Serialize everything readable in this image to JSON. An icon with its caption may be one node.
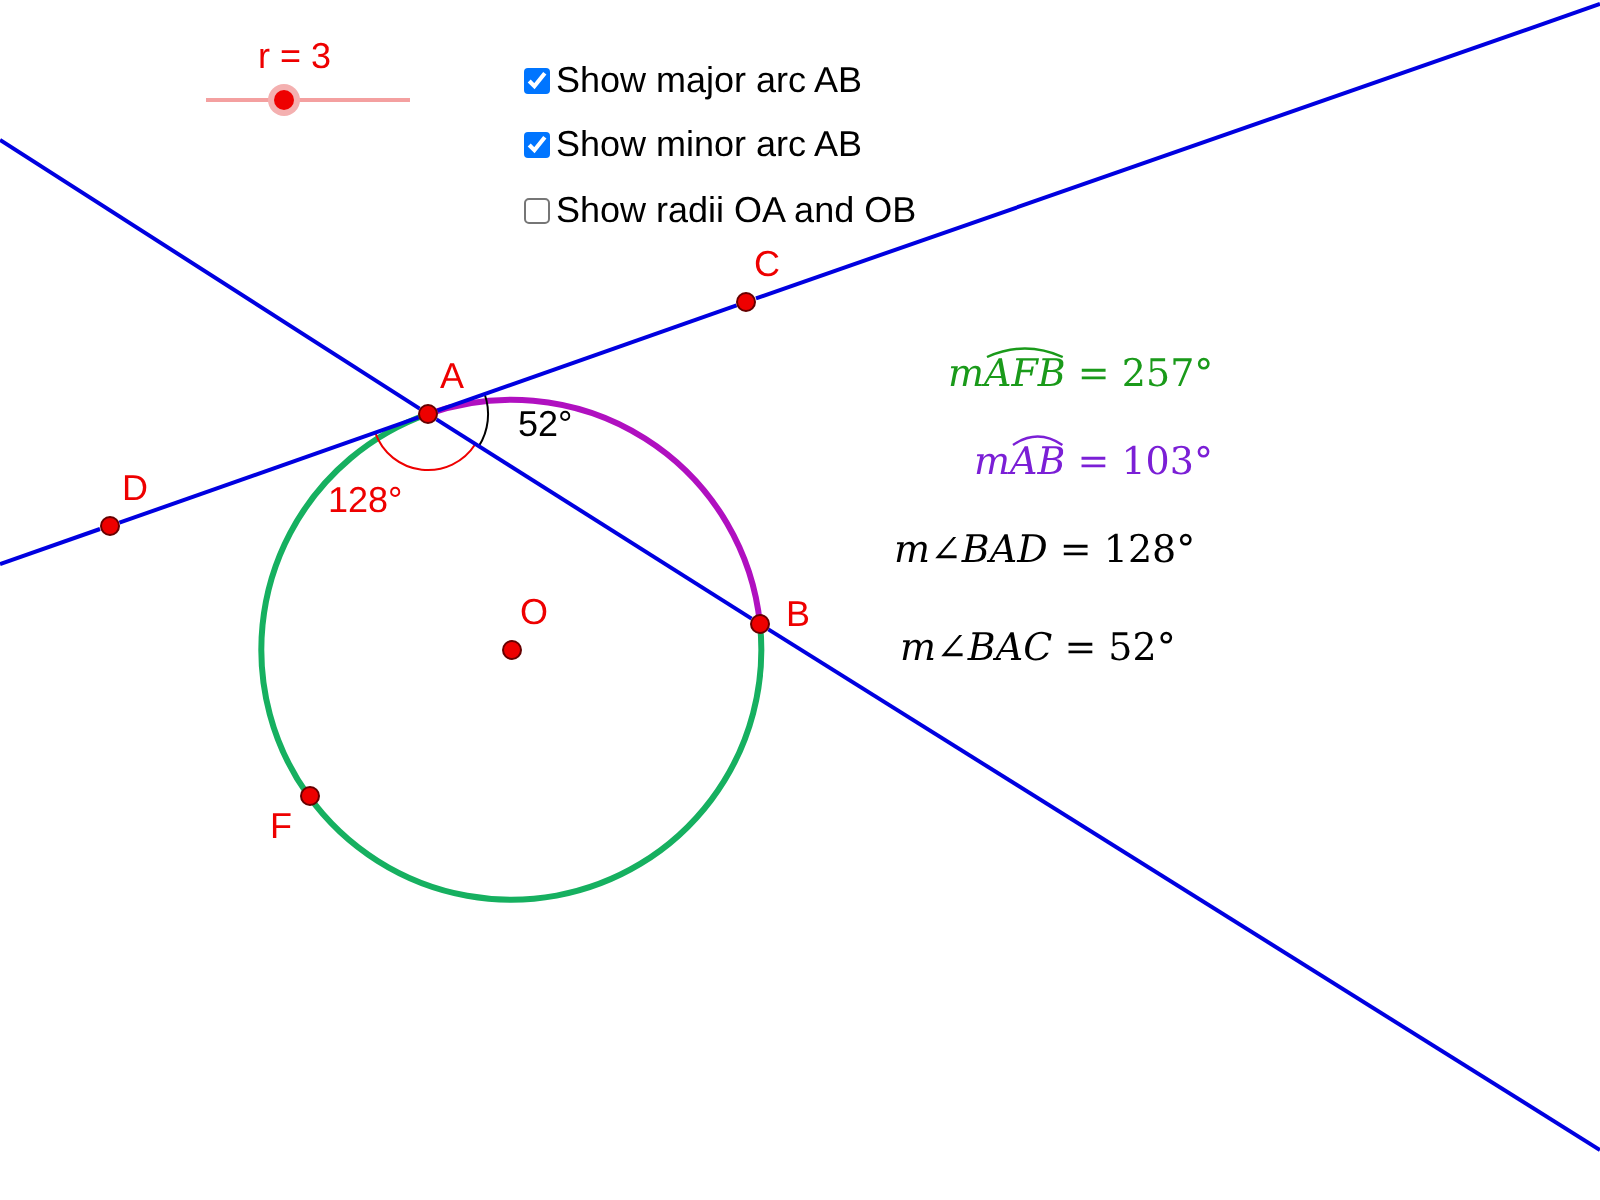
{
  "diagram": {
    "nodes": [
      {
        "text": [
          "A"
        ]
      },
      {
        "text": [
          "B"
        ]
      },
      {
        "text": [
          "C"
        ]
      },
      {
        "text": [
          "D"
        ]
      },
      {
        "text": [
          "O"
        ]
      },
      {
        "text": [
          "F"
        ]
      }
    ],
    "edges": [
      {
        "from": 3,
        "to": 0,
        "arrow": "none"
      },
      {
        "from": 0,
        "to": 2,
        "arrow": "none"
      },
      {
        "from": 0,
        "to": 1,
        "arrow": "none"
      }
    ],
    "labels": [
      "r = 3",
      "Show major arc AB",
      "Show minor arc AB",
      "Show radii OA and OB",
      "*mAFB* = 257°",
      "52°",
      "*mAB* = 103°",
      "128°",
      "*m∠BAD* = 128°",
      "*m∠BAC* = 52°"
    ]
  }
}
